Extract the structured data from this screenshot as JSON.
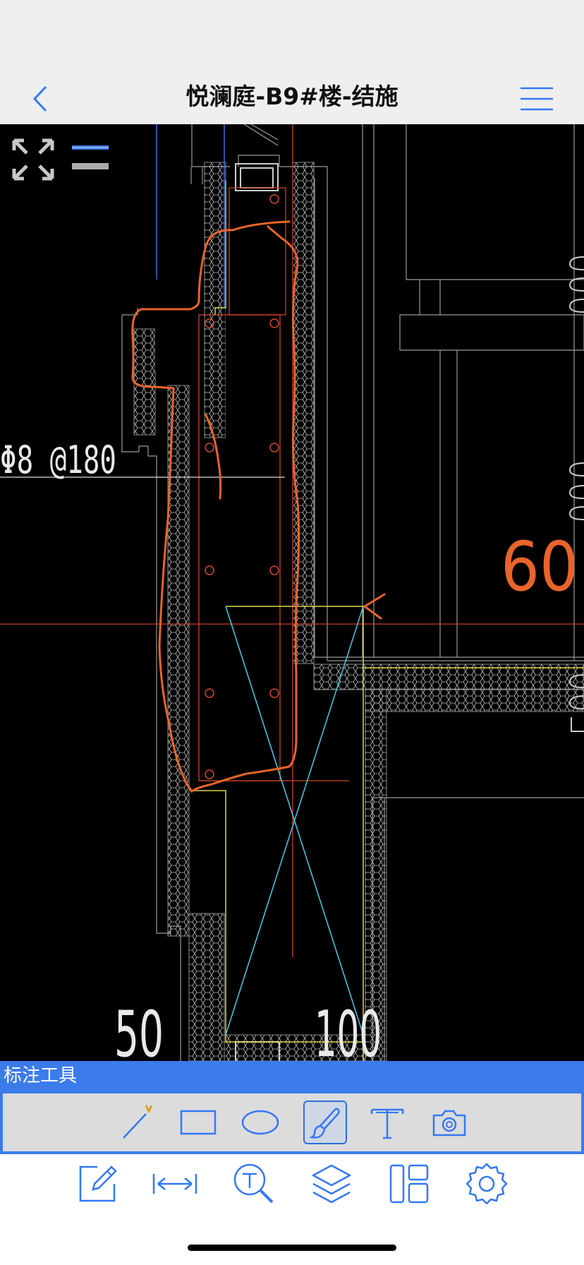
{
  "app": {
    "title": "悦澜庭-B9#楼-结施"
  },
  "drawing": {
    "labels": {
      "rebar": "Φ8 @180",
      "dim_60": "60",
      "dim_50": "50",
      "dim_100": "100"
    }
  },
  "annotation_toolbar": {
    "title": "标注工具",
    "tools": [
      {
        "name": "line-tool",
        "icon": "line-icon"
      },
      {
        "name": "rectangle-tool",
        "icon": "rectangle-icon"
      },
      {
        "name": "ellipse-tool",
        "icon": "ellipse-icon"
      },
      {
        "name": "brush-tool",
        "icon": "brush-icon",
        "active": true
      },
      {
        "name": "text-tool",
        "icon": "text-icon"
      },
      {
        "name": "camera-tool",
        "icon": "camera-icon"
      }
    ]
  },
  "bottom_bar": {
    "buttons": [
      {
        "name": "edit-button",
        "icon": "edit-icon"
      },
      {
        "name": "measure-button",
        "icon": "measure-icon"
      },
      {
        "name": "text-search-button",
        "icon": "text-search-icon"
      },
      {
        "name": "layers-button",
        "icon": "layers-icon"
      },
      {
        "name": "layout-button",
        "icon": "layout-icon"
      },
      {
        "name": "settings-button",
        "icon": "gear-icon"
      }
    ]
  },
  "colors": {
    "accent": "#3b7bea",
    "markup": "#e8642a",
    "canvas": "#000000"
  }
}
